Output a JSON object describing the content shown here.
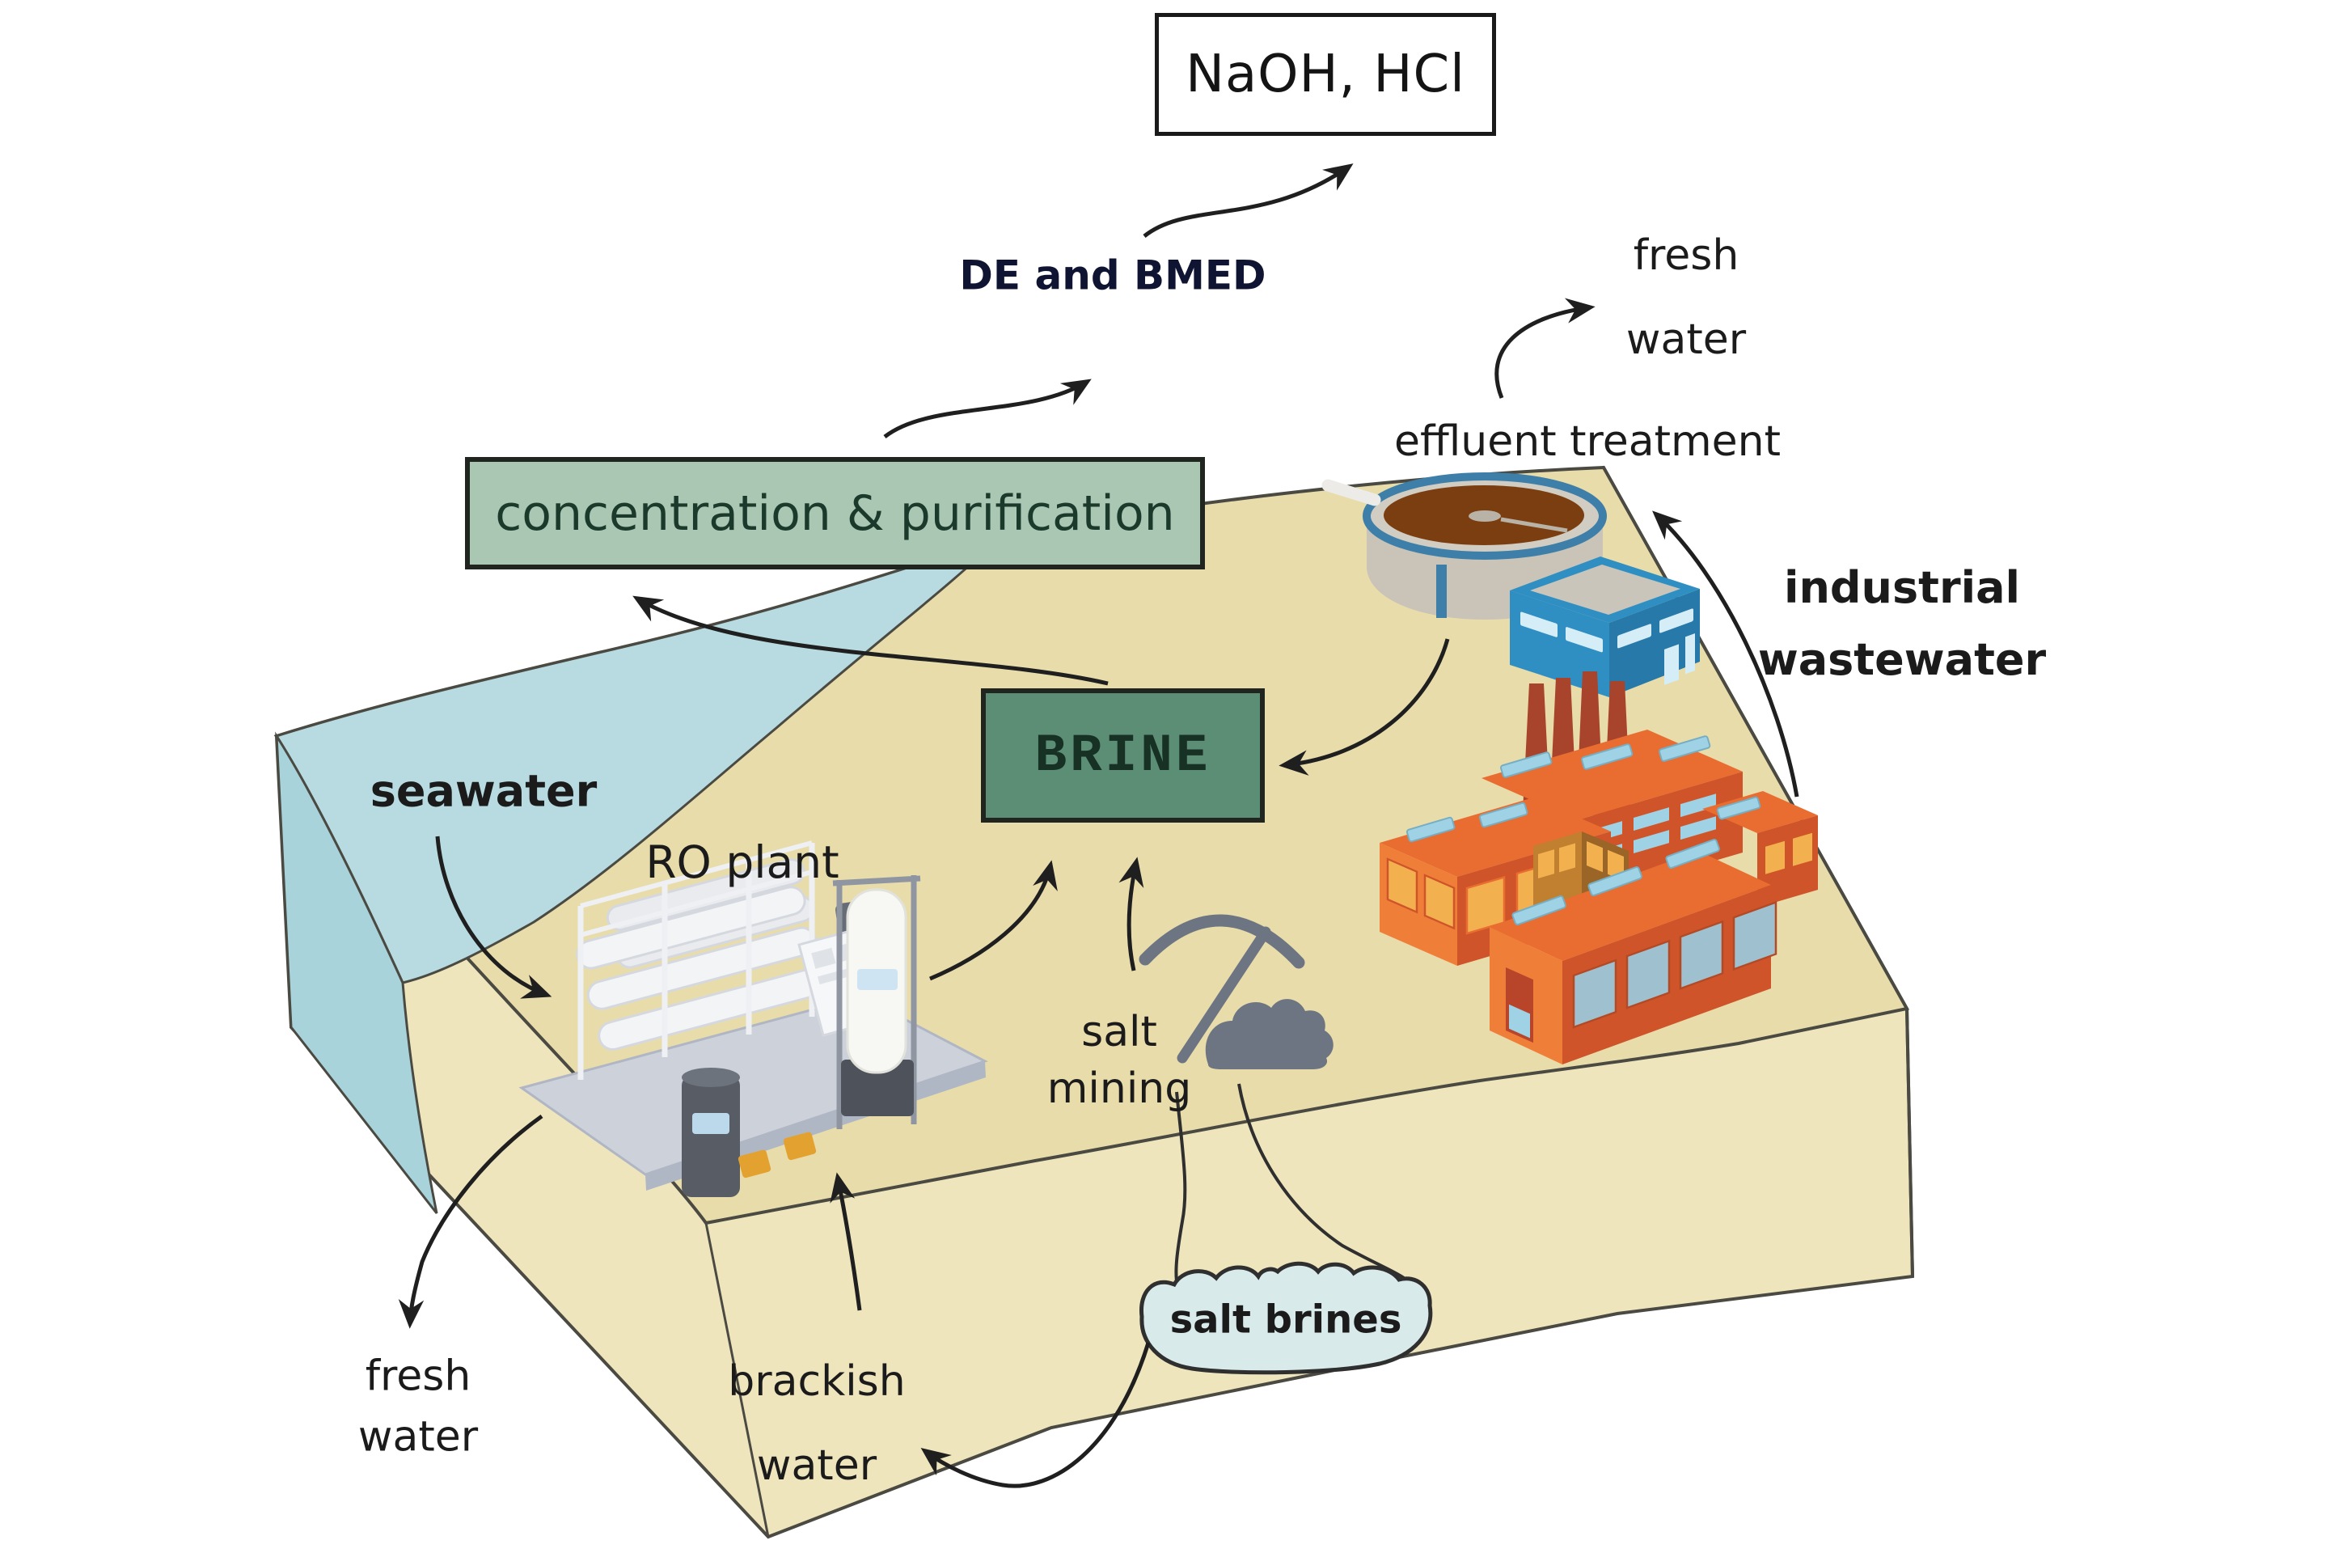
{
  "boxes": {
    "naoh": "NaOH, HCl",
    "concentration": "concentration & purification",
    "brine": "BRINE",
    "salt_brines": "salt brines"
  },
  "labels": {
    "de_bmed": "DE and BMED",
    "fresh_water_top": "fresh\nwater",
    "effluent_treatment": "effluent treatment",
    "industrial_wastewater": "industrial\nwastewater",
    "seawater": "seawater",
    "ro_plant": "RO plant",
    "salt_mining": "salt\nmining",
    "brackish_water": "brackish\nwater",
    "fresh_water_bottom": "fresh\nwater"
  },
  "colors": {
    "background": "#ffffff",
    "text": "#1b1b1b",
    "text_navy": "#101433",
    "arrow": "#1f1f1f",
    "outline": "#4a4a42",
    "land_top": "#e8dcab",
    "land_front": "#efe5bd",
    "sea": "#b8dbe1",
    "sea_side": "#a9d3db",
    "box_naoh_bg": "#ffffff",
    "box_conc_bg": "#a9c7b2",
    "box_conc_text": "#1c3a2b",
    "box_brine_bg": "#5c8e75",
    "box_brine_text": "#173125",
    "salt_brines_bg": "#d9eaea",
    "factory_orange": "#e96c30",
    "factory_dark": "#cf5429",
    "factory_light": "#ef7f38",
    "factory_window": "#f2b04e",
    "skylight": "#9ed2e4",
    "chimney": "#a8432c",
    "bluebuilding": "#2f8fc2",
    "bluebuilding_dark": "#2679a8",
    "bluebuilding_window": "#d5edf7",
    "tank_gray": "#c9c3b8",
    "tank_brown": "#7b3e10",
    "tank_rim": "#3d7fa8",
    "machine_gray": "#ccd1da",
    "machine_dark": "#575c65",
    "icon_gray": "#6d7582"
  }
}
